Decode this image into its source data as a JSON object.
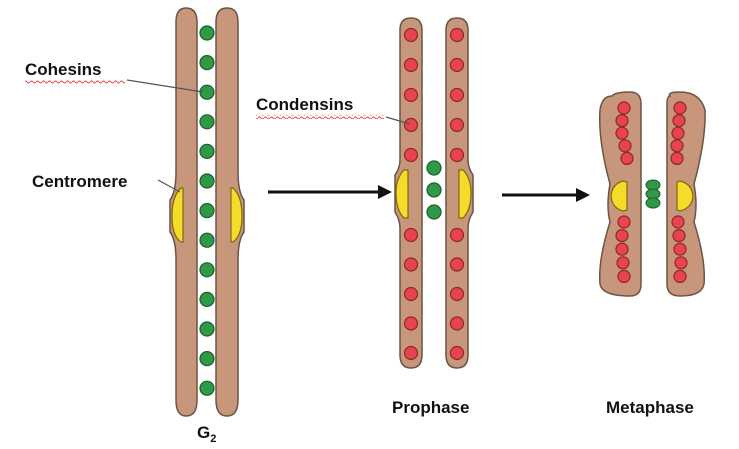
{
  "diagram": {
    "title": "Chromosome condensation from G2 to Metaphase",
    "colors": {
      "chromatid": "#c8967a",
      "chromatid_stroke": "#6a5448",
      "cohesin": "#2e9a48",
      "cohesin_stroke": "#1d5e2c",
      "condensin": "#e8434f",
      "condensin_stroke": "#8a2a2a",
      "centromere": "#f6dc2a",
      "centromere_stroke": "#7a6a10",
      "arrow": "#111111",
      "text": "#111111",
      "spellcheck_underline": "#e03a3a"
    },
    "labels": {
      "cohesins": "Cohesins",
      "centromere": "Centromere",
      "condensins": "Condensins",
      "g2_base": "G",
      "g2_sub": "2",
      "prophase": "Prophase",
      "metaphase": "Metaphase"
    },
    "stages": [
      {
        "name": "G2",
        "cohesin_count": 13,
        "condensin_count": 0
      },
      {
        "name": "Prophase",
        "cohesin_count": 3,
        "condensin_count_per_chromatid": 10
      },
      {
        "name": "Metaphase",
        "cohesin_count": 3,
        "condensin_count_per_chromatid": 10
      }
    ],
    "arrows": [
      {
        "from": "G2",
        "to": "Prophase"
      },
      {
        "from": "Prophase",
        "to": "Metaphase"
      }
    ]
  }
}
